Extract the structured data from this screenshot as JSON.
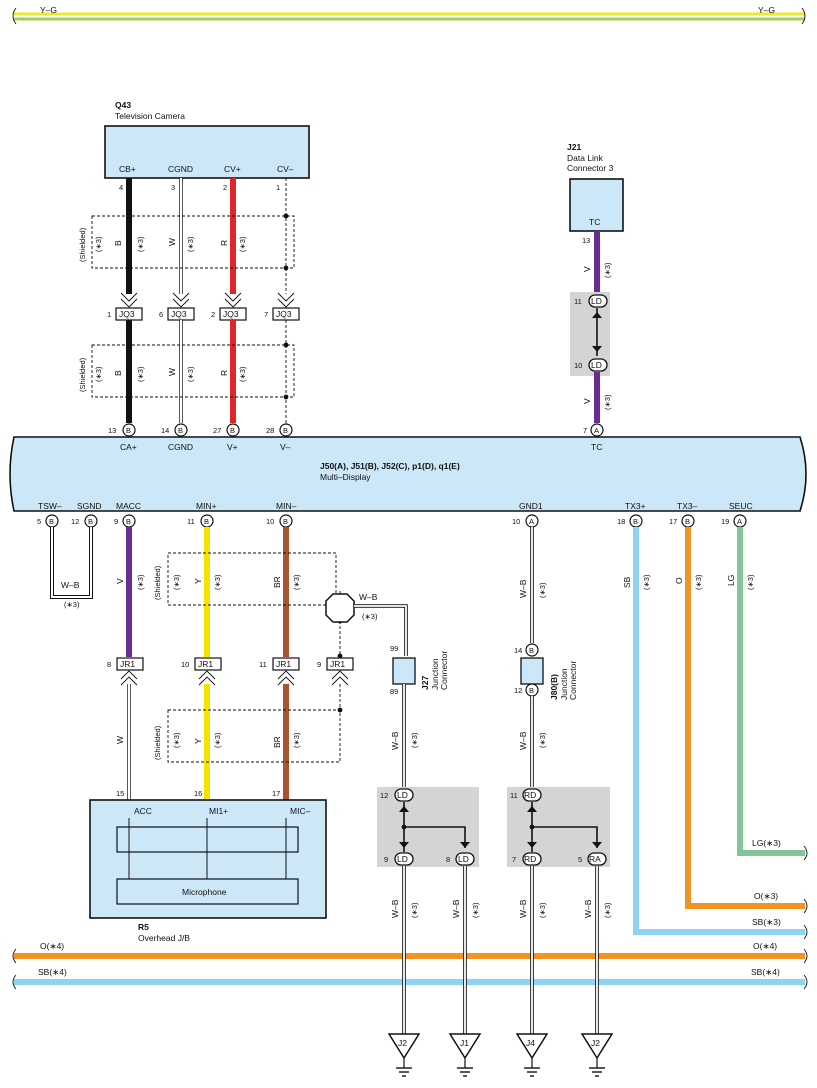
{
  "colors": {
    "body_fill": "#cbe7f8",
    "black": "#111111",
    "white_wire": "#ffffff",
    "red": "#e0262b",
    "violet": "#6a2c91",
    "yellow": "#f5e400",
    "brown": "#a75433",
    "orange": "#f39324",
    "sky_blue": "#8ed3f2",
    "light_green": "#7fc79b",
    "y_g_top": "#f2e52e",
    "y_g_bottom": "#a4cd59",
    "shade": "#d4d4d4"
  },
  "top_bus": {
    "left": "Y–G",
    "right": "Y–G"
  },
  "q43": {
    "code": "Q43",
    "name": "Television Camera",
    "pins": [
      {
        "num": "4",
        "label": "CB+"
      },
      {
        "num": "3",
        "label": "CGND"
      },
      {
        "num": "2",
        "label": "CV+"
      },
      {
        "num": "1",
        "label": "CV–"
      }
    ]
  },
  "shielded": "(Shielded)",
  "star3": "(∗3)",
  "q43_wires": [
    {
      "color": "B",
      "star": "(∗3)"
    },
    {
      "color": "W",
      "star": "(∗3)"
    },
    {
      "color": "R",
      "star": "(∗3)"
    }
  ],
  "jq3": {
    "label": "JQ3",
    "pins": [
      "1",
      "6",
      "2",
      "7"
    ]
  },
  "j21": {
    "code": "J21",
    "name1": "Data Link",
    "name2": "Connector 3",
    "pin_label": "TC",
    "pin_num": "13",
    "wire": "V",
    "star": "(∗3)"
  },
  "ld_top": {
    "label": "LD",
    "pin_a": "11",
    "pin_b": "10",
    "wire": "V",
    "star": "(∗3)"
  },
  "multi_display": {
    "title": "J50(A), J51(B), J52(C), p1(D), q1(E)",
    "subtitle": "Multi–Display",
    "top_pins": [
      {
        "num": "13",
        "conn": "B",
        "label": "CA+"
      },
      {
        "num": "14",
        "conn": "B",
        "label": "CGND"
      },
      {
        "num": "27",
        "conn": "B",
        "label": "V+"
      },
      {
        "num": "28",
        "conn": "B",
        "label": "V–"
      },
      {
        "num": "7",
        "conn": "A",
        "label": "TC"
      }
    ],
    "bottom_pins": [
      {
        "num": "5",
        "conn": "B",
        "label": "TSW–"
      },
      {
        "num": "12",
        "conn": "B",
        "label": "SGND"
      },
      {
        "num": "9",
        "conn": "B",
        "label": "MACC"
      },
      {
        "num": "11",
        "conn": "B",
        "label": "MIN+"
      },
      {
        "num": "10",
        "conn": "B",
        "label": "MIN–"
      },
      {
        "num": "10",
        "conn": "A",
        "label": "GND1"
      },
      {
        "num": "18",
        "conn": "B",
        "label": "TX3+"
      },
      {
        "num": "17",
        "conn": "B",
        "label": "TX3–"
      },
      {
        "num": "19",
        "conn": "A",
        "label": "SEUC"
      }
    ]
  },
  "tsw_loop": {
    "wire": "W–B",
    "star": "(∗3)"
  },
  "md_wires": [
    {
      "color": "V",
      "star": "(∗3)"
    },
    {
      "color": "Y",
      "star": "(∗3)"
    },
    {
      "color": "BR",
      "star": "(∗3)"
    },
    {
      "color": "W–B",
      "star": "(∗3)"
    },
    {
      "color": "SB",
      "star": "(∗3)"
    },
    {
      "color": "O",
      "star": "(∗3)"
    },
    {
      "color": "LG",
      "star": "(∗3)"
    }
  ],
  "shield_wire": {
    "color": "W–B",
    "star": "(∗3)"
  },
  "jr1": {
    "label": "JR1",
    "pins": [
      "8",
      "10",
      "11",
      "9"
    ]
  },
  "r5_wires": [
    {
      "color": "W",
      "star": ""
    },
    {
      "color": "Y",
      "star": "(∗3)"
    },
    {
      "color": "BR",
      "star": "(∗3)"
    }
  ],
  "r5": {
    "code": "R5",
    "name": "Overhead J/B",
    "pins": [
      {
        "num": "15",
        "label": "ACC"
      },
      {
        "num": "16",
        "label": "MI1+"
      },
      {
        "num": "17",
        "label": "MIC–"
      }
    ],
    "inner": "Microphone"
  },
  "j27": {
    "code": "J27",
    "name1": "Junction",
    "name2": "Connector",
    "pin_top": "99",
    "pin_bot": "89"
  },
  "j80": {
    "code": "J80(B)",
    "name1": "Junction",
    "name2": "Connector",
    "pin_top": "14",
    "pin_bot": "12",
    "conn": "B"
  },
  "j27_wire": {
    "color": "W–B",
    "star": "(∗3)"
  },
  "j80_wires": [
    {
      "color": "W–B",
      "star": "(∗3)"
    },
    {
      "color": "W–B",
      "star": "(∗3)"
    }
  ],
  "ld_bottom": {
    "label": "LD",
    "pins": [
      "12",
      "9",
      "8"
    ]
  },
  "rd_bottom": {
    "label_rd": "RD",
    "label_ra": "RA",
    "pins": [
      "11",
      "7",
      "5"
    ]
  },
  "ground_wires": [
    {
      "color": "W–B",
      "star": "(∗3)",
      "ground": "J2"
    },
    {
      "color": "W–B",
      "star": "(∗3)",
      "ground": "J1"
    },
    {
      "color": "W–B",
      "star": "(∗3)",
      "ground": "J4"
    },
    {
      "color": "W–B",
      "star": "(∗3)",
      "ground": "J2"
    }
  ],
  "right_wires": [
    {
      "label": "LG(∗3)"
    },
    {
      "label": "O(∗3)"
    },
    {
      "label": "SB(∗3)"
    }
  ],
  "bottom_bus": [
    {
      "left": "O(∗4)",
      "right": "O(∗4)"
    },
    {
      "left": "SB(∗4)",
      "right": "SB(∗4)"
    }
  ]
}
